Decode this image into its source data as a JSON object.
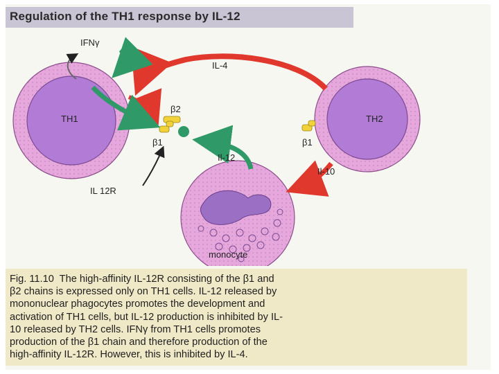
{
  "title": "Regulation of the TH1 response by IL-12",
  "labels": {
    "ifn_gamma": "IFNγ",
    "il4": "IL-4",
    "b2": "β2",
    "th1": "TH1",
    "th2": "TH2",
    "b1_left": "β1",
    "b1_right": "β1",
    "il12": "Il-12",
    "il10": "Il-10",
    "il12r": "IL 12R",
    "monocyte": "monocyte"
  },
  "caption": {
    "line1": "Fig. 11.10  The high-affinity IL-12R consisting of the β1 and",
    "line2": "β2 chains is expressed only on TH1 cells. IL-12 released by",
    "line3": "mononuclear phagocytes promotes the development and",
    "line4": "activation of TH1 cells, but IL-12 production is inhibited by IL-",
    "line5": "10 released by TH2 cells. IFNγ from TH1 cells promotes",
    "line6": "production of the β1 chain and therefore production of the",
    "line7": "high-affinity IL-12R. However, this is inhibited by IL-4."
  },
  "colors": {
    "cell_outer": "#e6a8dc",
    "cell_inner": "#b27bd6",
    "red_arrow": "#e0382c",
    "green_arrow": "#2f9a68",
    "receptor": "#f2d23a"
  }
}
